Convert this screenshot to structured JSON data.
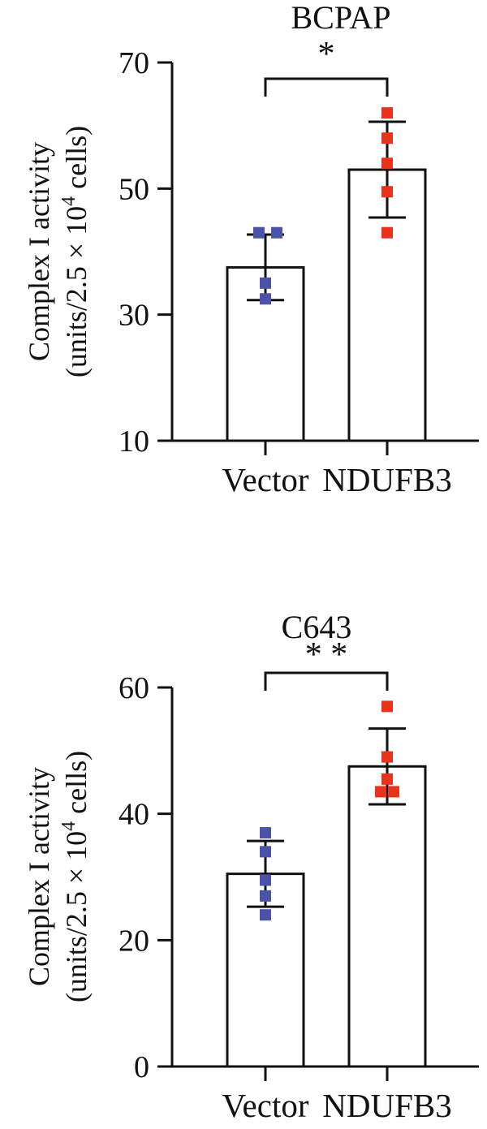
{
  "chart_data": [
    {
      "type": "bar",
      "title": "BCPAP",
      "ylabel_line1": "Complex I activity",
      "ylabel_line2": {
        "pre": "(units/2.5 × 10",
        "sup": "4",
        "post": " cells)"
      },
      "ylim": [
        10,
        70
      ],
      "yticks": [
        "10",
        "30",
        "50",
        "70"
      ],
      "categories": [
        "Vector",
        "NDUFB3"
      ],
      "values": [
        37.5,
        53
      ],
      "errors": [
        5.2,
        7.6
      ],
      "points": [
        [
          43,
          43,
          35,
          32.5
        ],
        [
          62,
          58,
          54,
          49.5,
          43
        ]
      ],
      "colors": [
        "#4a53a8",
        "#e8321c"
      ],
      "significance": "*"
    },
    {
      "type": "bar",
      "title": "C643",
      "ylabel_line1": "Complex I activity",
      "ylabel_line2": {
        "pre": "(units/2.5 × 10",
        "sup": "4",
        "post": " cells)"
      },
      "ylim": [
        0,
        60
      ],
      "yticks": [
        "0",
        "20",
        "40",
        "60"
      ],
      "categories": [
        "Vector",
        "NDUFB3"
      ],
      "values": [
        30.5,
        47.5
      ],
      "errors": [
        5.2,
        6
      ],
      "points": [
        [
          37,
          34,
          29.5,
          27,
          24
        ],
        [
          57,
          49,
          45.5,
          43.5,
          43.5
        ]
      ],
      "colors": [
        "#4a53a8",
        "#e8321c"
      ],
      "significance": "* *"
    }
  ]
}
